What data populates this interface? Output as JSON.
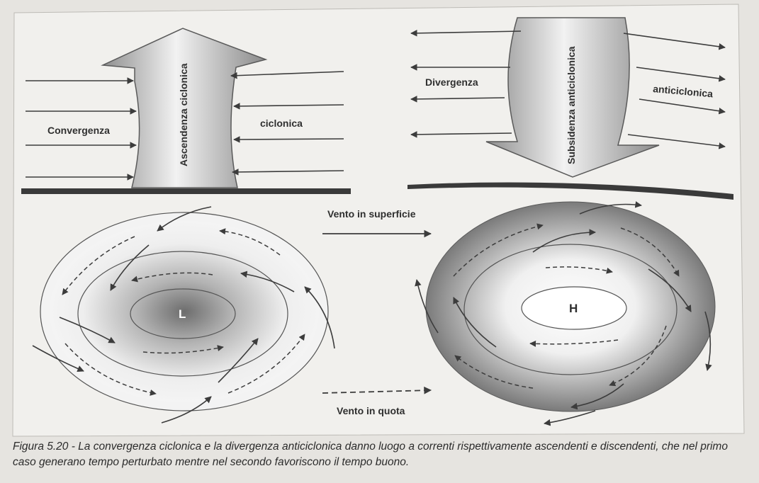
{
  "labels": {
    "convergenza": "Convergenza",
    "ascendenza": "Ascendenza ciclonica",
    "ciclonica": "ciclonica",
    "divergenza": "Divergenza",
    "subsidenza": "Subsidenza anticiclonica",
    "anticiclonica": "anticiclonica",
    "vento_superficie": "Vento in superficie",
    "vento_quota": "Vento in quota",
    "low": "L",
    "high": "H"
  },
  "caption": "Figura 5.20 - La convergenza ciclonica e la divergenza anticiclonica danno luogo a correnti rispettivamente ascendenti e discendenti, che nel primo caso generano tempo perturbato mentre nel secondo favoriscono il tempo buono.",
  "colors": {
    "paper": "#f1f0ed",
    "ink": "#3c3c3c",
    "ground": "#3a3a3a"
  }
}
